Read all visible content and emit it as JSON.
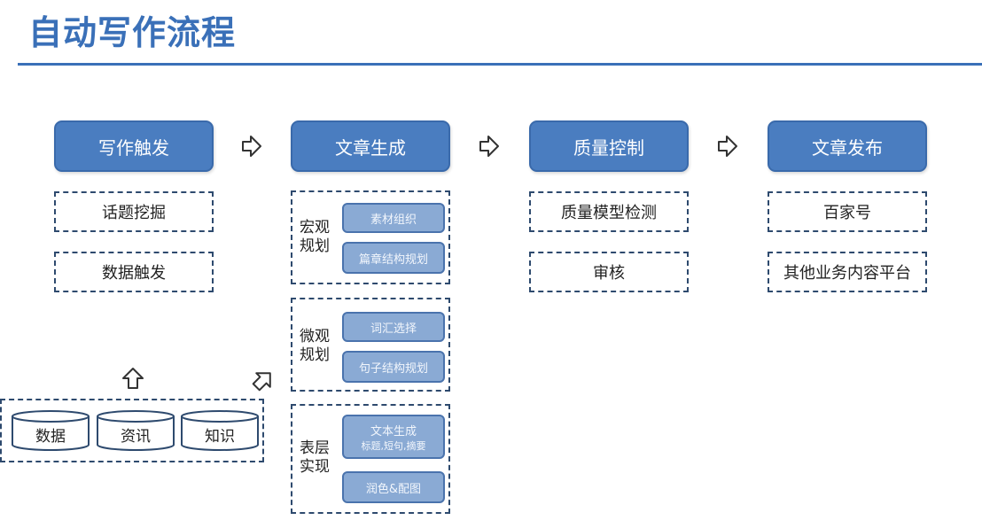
{
  "title": "自动写作流程",
  "stages": [
    {
      "label": "写作触发"
    },
    {
      "label": "文章生成"
    },
    {
      "label": "质量控制"
    },
    {
      "label": "文章发布"
    }
  ],
  "trigger_items": [
    "话题挖掘",
    "数据触发"
  ],
  "generation_groups": [
    {
      "label": "宏观\n规划",
      "items": [
        {
          "text": "素材组织",
          "sub": ""
        },
        {
          "text": "篇章结构规划",
          "sub": ""
        }
      ]
    },
    {
      "label": "微观\n规划",
      "items": [
        {
          "text": "词汇选择",
          "sub": ""
        },
        {
          "text": "句子结构规划",
          "sub": ""
        }
      ]
    },
    {
      "label": "表层\n实现",
      "items": [
        {
          "text": "文本生成",
          "sub": "标题,短句,摘要"
        },
        {
          "text": "润色&配图",
          "sub": ""
        }
      ]
    }
  ],
  "quality_items": [
    "质量模型检测",
    "审核"
  ],
  "publish_items": [
    "百家号",
    "其他业务内容平台"
  ],
  "sources": [
    "数据",
    "资讯",
    "知识"
  ],
  "colors": {
    "primary": "#3a70b8",
    "stage_fill": "#4a7dc0",
    "pill_fill": "#8aaad4",
    "dash": "#2e4a6e"
  }
}
